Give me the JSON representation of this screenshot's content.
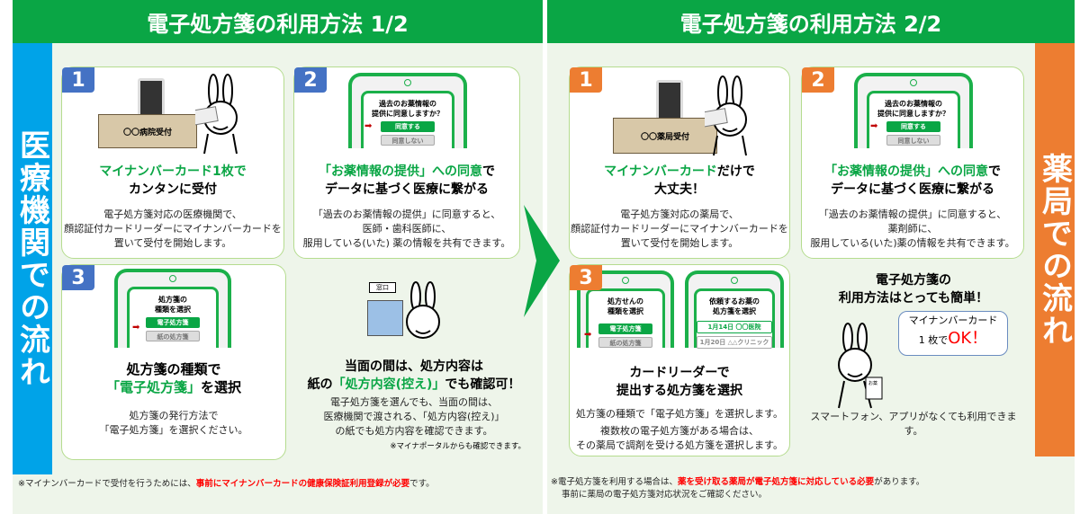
{
  "left": {
    "title": "電子処方箋の利用方法 1/2",
    "side_label": "医療機関での流れ",
    "step1": {
      "num": "1",
      "counter": "〇〇病院受付",
      "title_green": "マイナンバーカード1枚で",
      "title_black": "カンタンに受付",
      "desc": [
        "電子処方箋対応の医療機関で、",
        "顔認証付カードリーダーにマイナンバーカードを",
        "置いて受付を開始します。"
      ]
    },
    "step2": {
      "num": "2",
      "phone_q": [
        "過去のお薬情報の",
        "提供に同意しますか？"
      ],
      "btn_yes": "同意する",
      "btn_no": "同意しない",
      "title_green": "「お薬情報の提供」への同意",
      "title_tail": "で",
      "title_black": "データに基づく医療に繋がる",
      "desc": [
        "「過去のお薬情報の提供」に同意すると、",
        "医師・歯科医師に、",
        "服用している(いた) 薬の情報を共有できます。"
      ]
    },
    "step3": {
      "num": "3",
      "phone_q": [
        "処方箋の",
        "種類を選択"
      ],
      "btn_yes": "電子処方箋",
      "btn_no": "紙の処方箋",
      "title_black": "処方箋の種類で",
      "title_green": "「電子処方箋」",
      "title_tail": "を選択",
      "desc": [
        "処方箋の発行方法で",
        "「電子処方箋」を選択ください。"
      ]
    },
    "info": {
      "sign": "窓口",
      "title1": "当面の間は、処方内容は",
      "title2_pre": "紙の",
      "title2_green": "「処方内容(控え)」",
      "title2_post": "でも確認可！",
      "desc": [
        "電子処方箋を選んでも、当面の間は、",
        "医療機関で渡される、「処方内容(控え)」",
        "の紙でも処方内容を確認できます。"
      ],
      "note": "※マイナポータルからも確認できます。"
    },
    "footnote_pre": "※マイナンバーカードで受付を行うためには、",
    "footnote_red": "事前にマイナンバーカードの健康保険証利用登録が必要",
    "footnote_post": "です。"
  },
  "right": {
    "title": "電子処方箋の利用方法 2/2",
    "side_label": "薬局での流れ",
    "step1": {
      "num": "1",
      "counter": "〇〇薬局受付",
      "title_green": "マイナンバーカード",
      "title_tail": "だけで",
      "title_black": "大丈夫！",
      "desc": [
        "電子処方箋対応の薬局で、",
        "顔認証付カードリーダーにマイナンバーカードを",
        "置いて受付を開始します。"
      ]
    },
    "step2": {
      "num": "2",
      "phone_q": [
        "過去のお薬情報の",
        "提供に同意しますか？"
      ],
      "btn_yes": "同意する",
      "btn_no": "同意しない",
      "title_green": "「お薬情報の提供」への同意",
      "title_tail": "で",
      "title_black": "データに基づく医療に繋がる",
      "desc": [
        "「過去のお薬情報の提供」に同意すると、",
        "薬剤師に、",
        "服用している(いた)薬の情報を共有できます。"
      ]
    },
    "step3": {
      "num": "3",
      "phone1_q": [
        "処方せんの",
        "種類を選択"
      ],
      "btn_yes": "電子処方箋",
      "btn_no": "紙の処方箋",
      "phone2_q": [
        "依頼するお薬の",
        "処方箋を選択"
      ],
      "rx1": "1月14日 〇〇医院",
      "rx2": "1月20日 △△クリニック",
      "title1": "カードリーダーで",
      "title2": "提出する処方箋を選択",
      "desc1": "処方箋の種類で「電子処方箋」を選択します。",
      "desc2": [
        "複数枚の電子処方箋がある場合は、",
        "その薬局で調剤を受ける処方箋を選択します。"
      ]
    },
    "info": {
      "title": [
        "電子処方箋の",
        "利用方法はとっても簡単！"
      ],
      "bubble1": "マイナンバーカード",
      "bubble2_pre": "1 枚で",
      "bubble2_red": "OK！",
      "paper": "お薬",
      "desc": "スマートフォン、アプリがなくても利用できます。"
    },
    "footnote1_pre": "※電子処方箋を利用する場合は、",
    "footnote1_red": "薬を受け取る薬局が電子処方箋に対応している必要",
    "footnote1_post": "があります。",
    "footnote2": "事前に薬局の電子処方箋対応状況をご確認ください。"
  },
  "colors": {
    "green": "#0aa645",
    "blue": "#00a3e8",
    "orange": "#ed7d31",
    "step_blue": "#4472c4",
    "red": "#ff0000"
  }
}
